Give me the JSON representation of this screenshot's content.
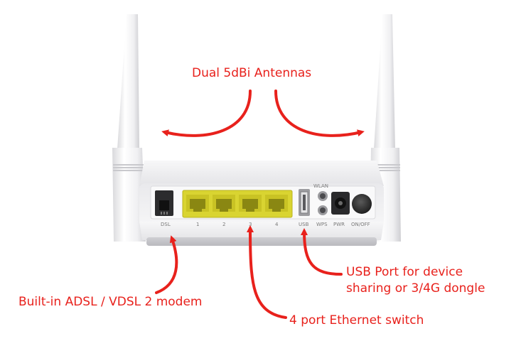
{
  "callouts": {
    "antennas": "Dual 5dBi Antennas",
    "usb_line1": "USB Port for device",
    "usb_line2": "sharing or 3/4G dongle",
    "adsl": "Built-in ADSL / VDSL 2 modem",
    "ethernet": "4 port Ethernet switch"
  },
  "port_labels": {
    "dsl": "DSL",
    "lan1": "1",
    "lan2": "2",
    "lan3": "3",
    "lan4": "4",
    "usb": "USB",
    "wps": "WPS",
    "wlan": "WLAN",
    "pwr": "PWR",
    "onoff": "ON/OFF"
  },
  "colors": {
    "callout": "#e8211c",
    "router_body": "#f4f4f5",
    "ethernet_port": "#d9d431"
  }
}
